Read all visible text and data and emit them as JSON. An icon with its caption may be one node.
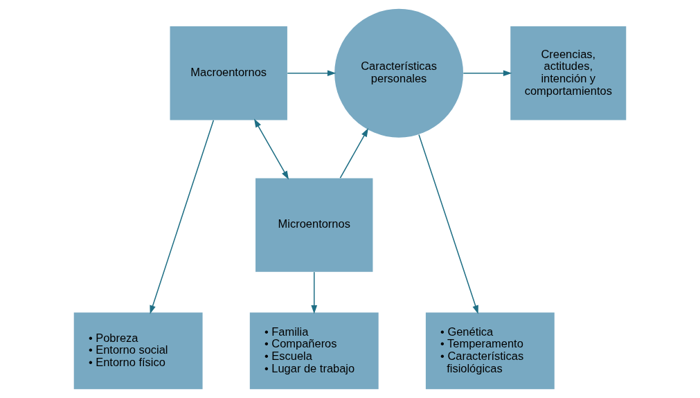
{
  "diagram": {
    "nodes": [
      {
        "text": [
          "Macroentornos"
        ]
      },
      {
        "text": [
          "Características personales"
        ]
      },
      {
        "text": [
          "Creencias, actitudes, intención y comportamientos"
        ]
      },
      {
        "text": [
          "Microentornos"
        ]
      },
      {
        "text": [
          "• Pobreza",
          "• Entorno social",
          "• Entorno físico"
        ]
      },
      {
        "text": [
          "• Familia",
          "• Compañeros",
          "• Escuela",
          "• Lugar de trabajo"
        ]
      },
      {
        "text": [
          "• Genética",
          "• Temperamento",
          "• Características fisiológicas"
        ]
      }
    ],
    "edges": [
      {
        "from": 0,
        "to": 1,
        "arrow": "to"
      },
      {
        "from": 1,
        "to": 2,
        "arrow": "to"
      },
      {
        "from": 0,
        "to": 3,
        "arrow": "both"
      },
      {
        "from": 3,
        "to": 1,
        "arrow": "to"
      },
      {
        "from": 0,
        "to": 4,
        "arrow": "to"
      },
      {
        "from": 3,
        "to": 5,
        "arrow": "to"
      },
      {
        "from": 1,
        "to": 6,
        "arrow": "to"
      }
    ]
  }
}
